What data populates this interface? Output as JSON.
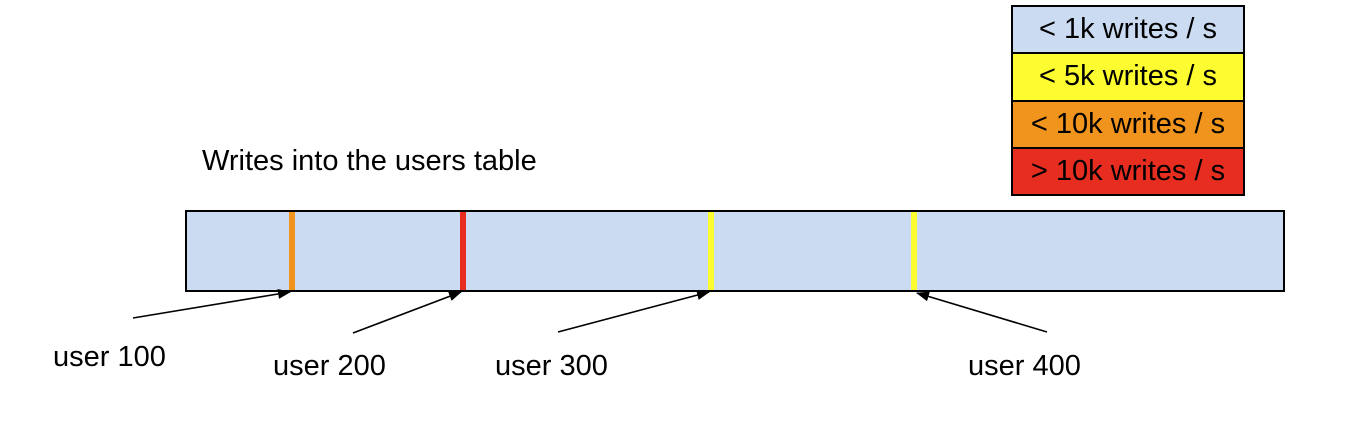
{
  "title": "Writes into the users table",
  "legend": {
    "items": [
      {
        "label": "< 1k writes / s",
        "color": "#cbdbf1"
      },
      {
        "label": "< 5k writes / s",
        "color": "#fcfc30"
      },
      {
        "label": "< 10k writes / s",
        "color": "#f0941e"
      },
      {
        "label": "> 10k writes / s",
        "color": "#e62d20"
      }
    ]
  },
  "bar": {
    "fill_color": "#cbdbf1",
    "border_color": "#000000",
    "stripes": [
      {
        "user": "user 100",
        "color": "#f0941e",
        "position_pct": 9.6
      },
      {
        "user": "user 200",
        "color": "#e62d20",
        "position_pct": 25.1
      },
      {
        "user": "user 300",
        "color": "#fcfc30",
        "position_pct": 47.7
      },
      {
        "user": "user 400",
        "color": "#fcfc30",
        "position_pct": 66.2
      }
    ]
  },
  "users": [
    {
      "label": "user 100"
    },
    {
      "label": "user 200"
    },
    {
      "label": "user 300"
    },
    {
      "label": "user 400"
    }
  ]
}
